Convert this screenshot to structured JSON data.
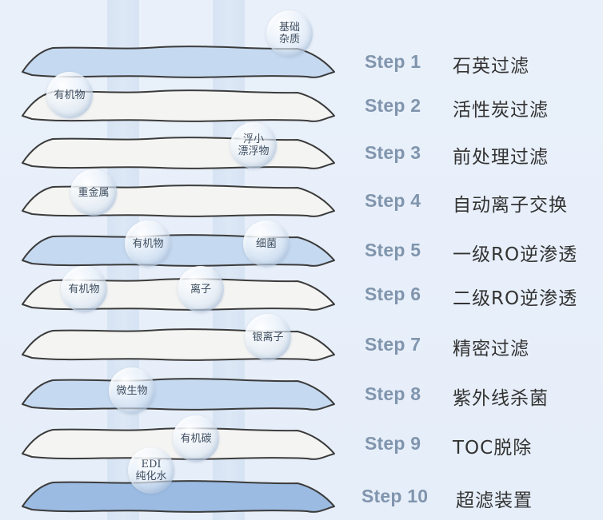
{
  "colors": {
    "background": "#e8eff9",
    "sheet_white": "#f4f4f3",
    "sheet_light_blue": "#c5d9f0",
    "sheet_blue": "#9bbbe2",
    "sheet_outline": "#3b3b3b",
    "step_label": "#8095ad",
    "step_title": "#333333"
  },
  "steps": [
    {
      "label": "Step 1",
      "title": "石英过滤",
      "sheet": "light_blue"
    },
    {
      "label": "Step 2",
      "title": "活性炭过滤",
      "sheet": "white"
    },
    {
      "label": "Step 3",
      "title": "前处理过滤",
      "sheet": "white"
    },
    {
      "label": "Step 4",
      "title": "自动离子交换",
      "sheet": "white"
    },
    {
      "label": "Step 5",
      "title": "一级RO逆渗透",
      "sheet": "light_blue"
    },
    {
      "label": "Step 6",
      "title": "二级RO逆渗透",
      "sheet": "white"
    },
    {
      "label": "Step 7",
      "title": "精密过滤",
      "sheet": "white"
    },
    {
      "label": "Step 8",
      "title": "紫外线杀菌",
      "sheet": "light_blue"
    },
    {
      "label": "Step 9",
      "title": "TOC脱除",
      "sheet": "white"
    },
    {
      "label": "Step 10",
      "title": "超滤装置",
      "sheet": "blue"
    }
  ],
  "bubbles": [
    {
      "text": "基础\n杂质"
    },
    {
      "text": "有机物"
    },
    {
      "text": "浮小\n漂浮物"
    },
    {
      "text": "重金属"
    },
    {
      "text": "有机物"
    },
    {
      "text": "细菌"
    },
    {
      "text": "有机物"
    },
    {
      "text": "离子"
    },
    {
      "text": "银离子"
    },
    {
      "text": "微生物"
    },
    {
      "text": "有机碳"
    },
    {
      "text": "EDI\n纯化水"
    }
  ]
}
